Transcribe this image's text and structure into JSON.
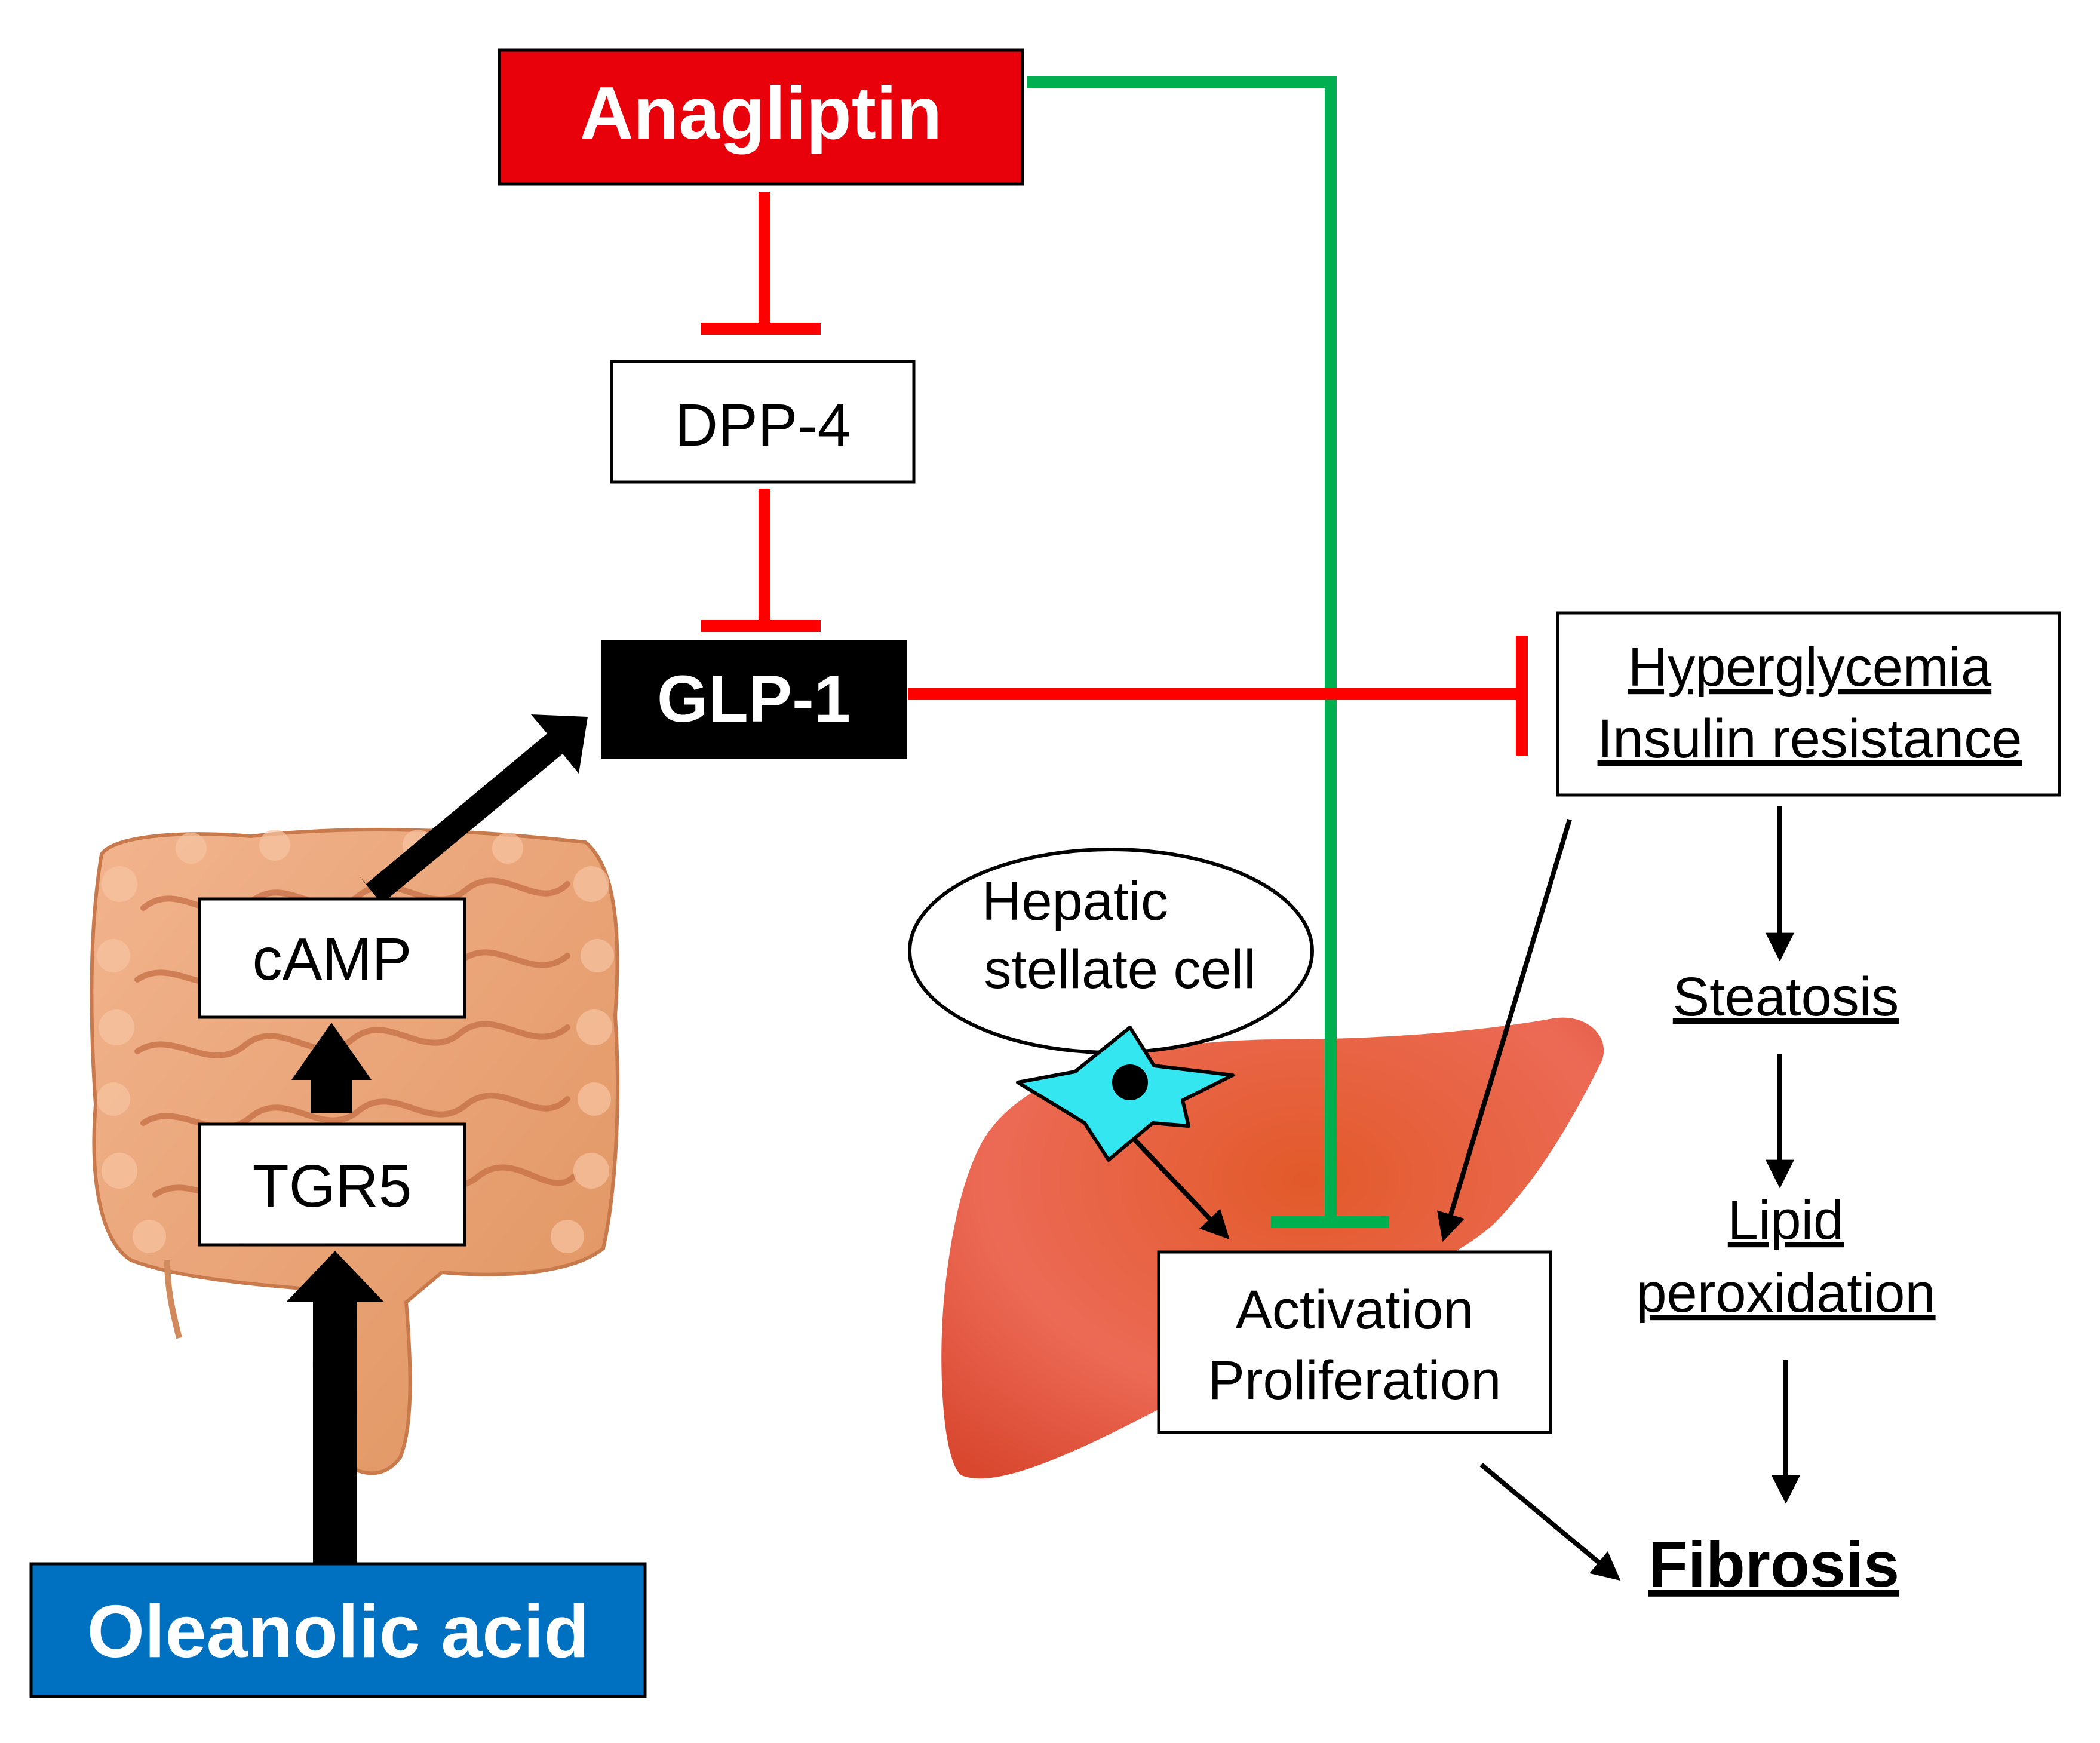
{
  "nodes": {
    "anagliptin": "Anagliptin",
    "dpp4": "DPP-4",
    "glp1": "GLP-1",
    "camp": "cAMP",
    "tgr5": "TGR5",
    "oleanolic": "Oleanolic acid",
    "hyperglycemia": "Hyperglycemia",
    "insulin_resistance": "Insulin resistance",
    "steatosis": "Steatosis",
    "lipid": "Lipid",
    "peroxidation": "peroxidation",
    "fibrosis": "Fibrosis",
    "activation": "Activation",
    "proliferation": "Proliferation",
    "hepatic": "Hepatic",
    "stellate_cell": "stellate cell"
  },
  "colors": {
    "anagliptin_fill": "#e8000b",
    "oleanolic_fill": "#0070c0",
    "glp1_fill": "#000000",
    "inhibit_red": "#ff0000",
    "inhibit_green": "#00b050",
    "liver": "#e8604a",
    "intestine": "#e9a27a",
    "stellate_cell": "#33e6f0"
  },
  "icons": {
    "intestine": "intestine-illustration",
    "liver": "liver-illustration",
    "stellate": "stellate-cell-star-icon"
  }
}
